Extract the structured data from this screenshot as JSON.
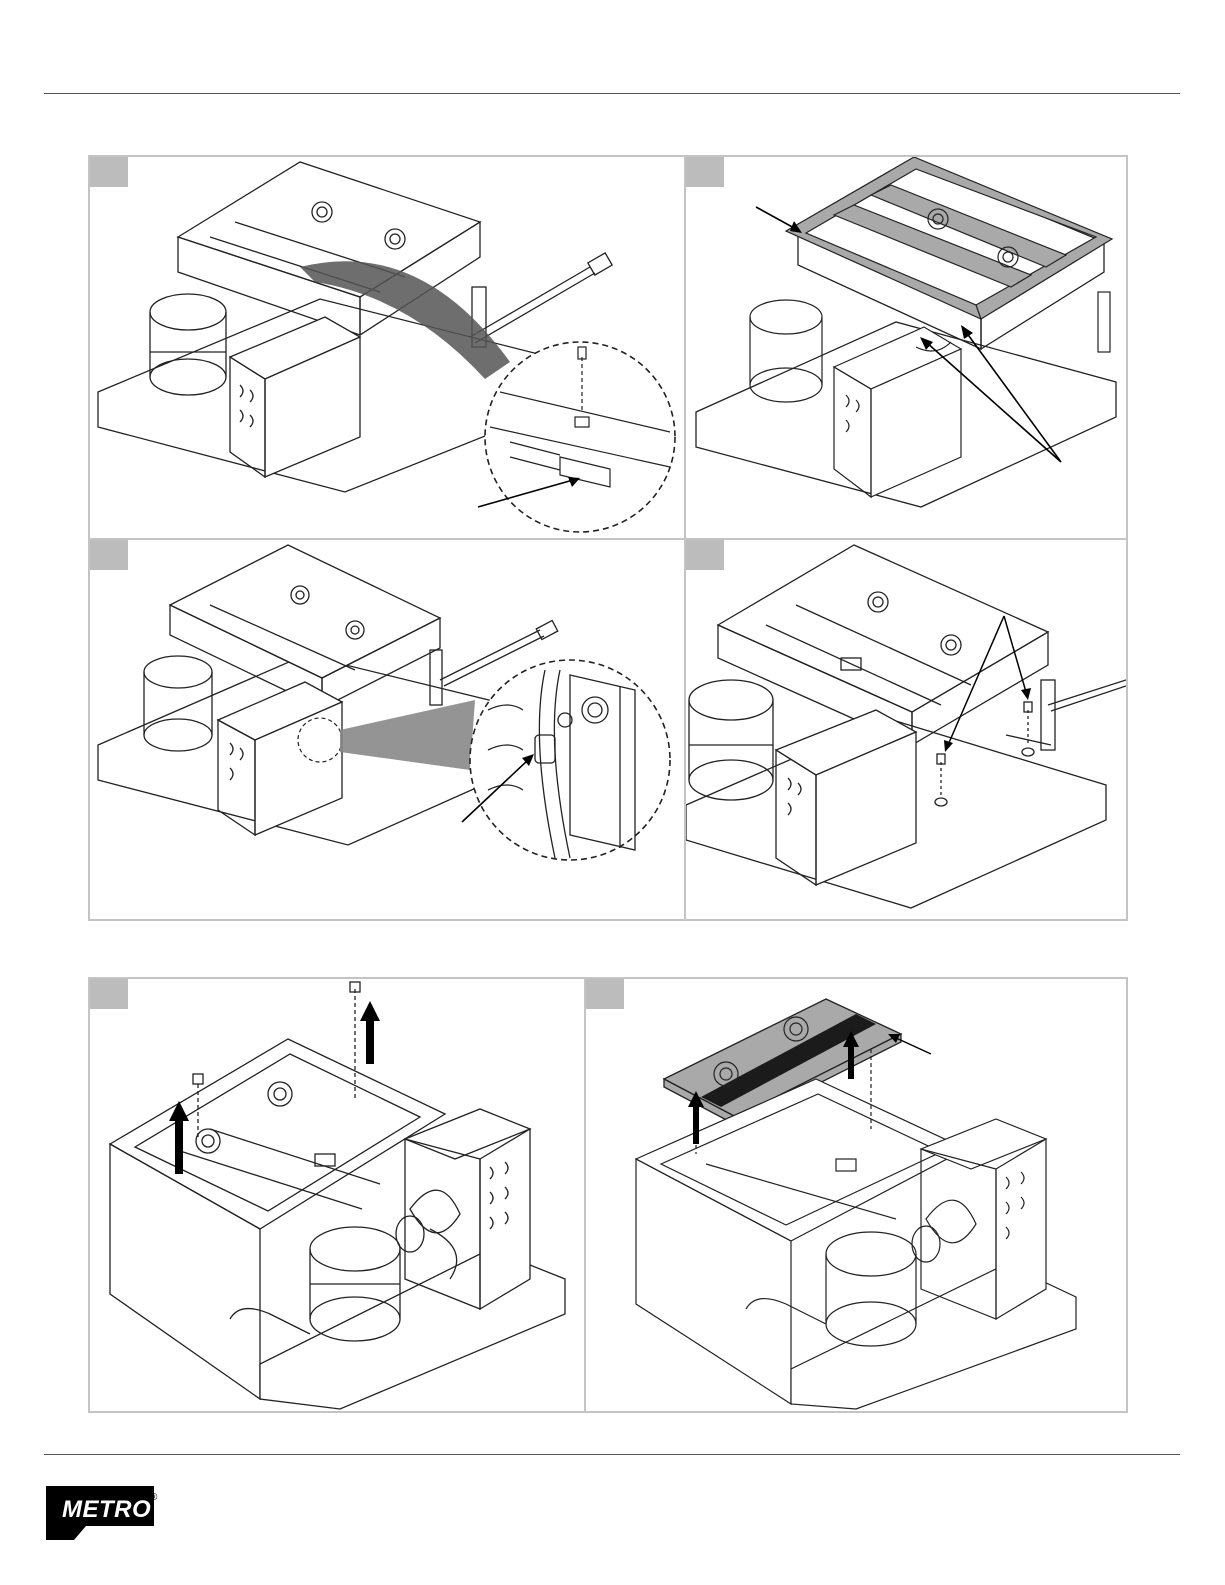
{
  "brand": {
    "name": "METRO",
    "registered_mark": "®",
    "color": "#000000"
  },
  "figure_groups": [
    {
      "panels": [
        "step-1",
        "step-2",
        "step-3",
        "step-4"
      ]
    },
    {
      "panels": [
        "step-5",
        "step-6"
      ]
    }
  ],
  "colors": {
    "line": "#222222",
    "panel_border": "#c4c4c4",
    "step_tab": "#bcbcbc",
    "highlight_gray": "#a9a9a9",
    "dark_strip": "#1b1b1b"
  }
}
